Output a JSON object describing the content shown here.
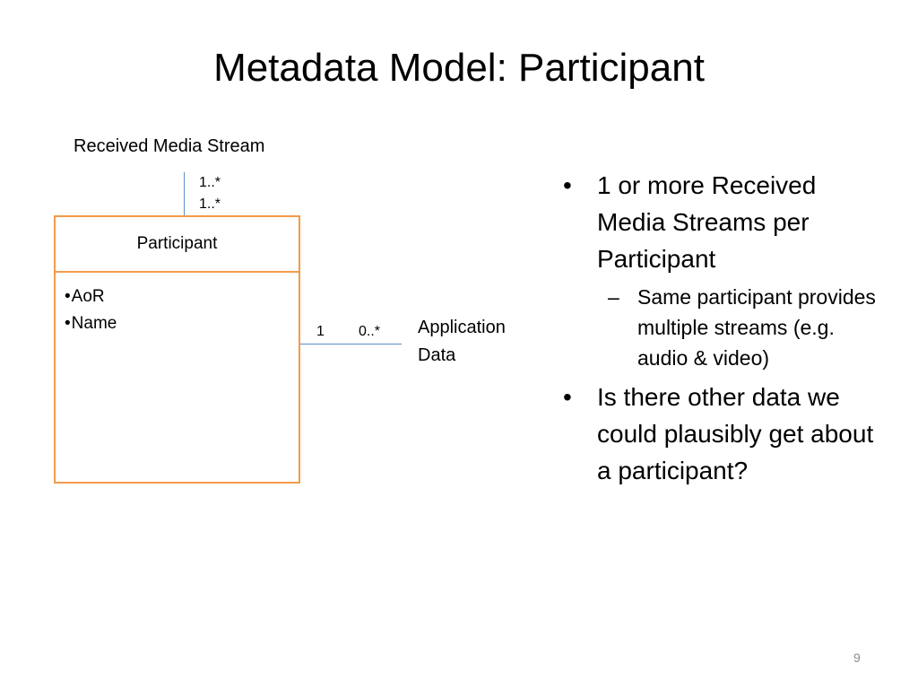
{
  "slide": {
    "title": "Metadata Model: Participant",
    "page_number": "9"
  },
  "diagram": {
    "received_media_stream_label": "Received Media Stream",
    "top_multiplicities": [
      "1..*",
      "1..*"
    ],
    "participant_class": {
      "name": "Participant",
      "attributes": [
        "AoR",
        "Name"
      ],
      "attribute_bullet": "•"
    },
    "application_data_link": {
      "near_multiplicity": "1",
      "far_multiplicity": "0..*",
      "label": "Application Data"
    },
    "colors": {
      "class_border": "#f39b4a",
      "connector_line": "#5b8ec7"
    }
  },
  "bullets": {
    "level1_marker": "•",
    "level2_marker": "–",
    "items": [
      {
        "text": "1 or more Received Media Streams per Participant",
        "sub": [
          "Same participant provides multiple streams (e.g. audio & video)"
        ]
      },
      {
        "text": "Is there other data we could plausibly get about a participant?"
      }
    ]
  }
}
